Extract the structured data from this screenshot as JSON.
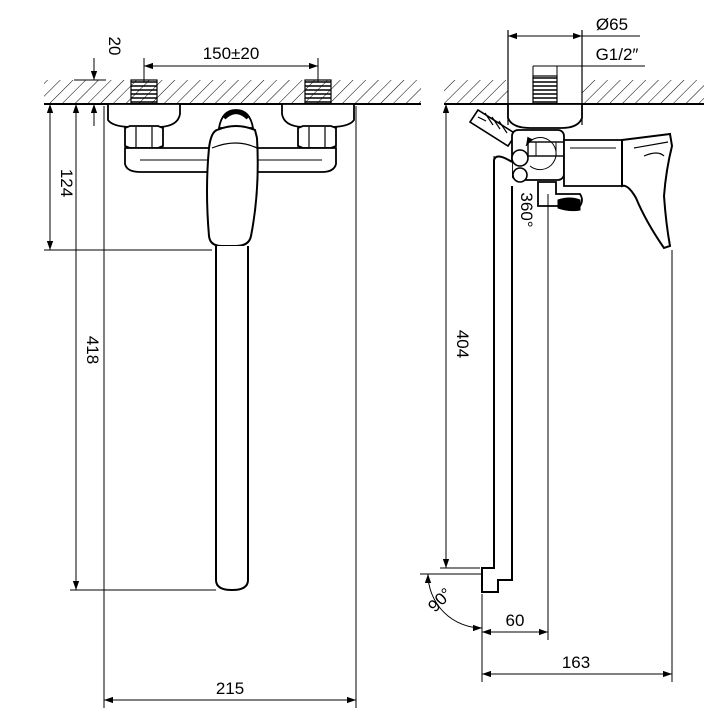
{
  "drawing": {
    "front_view": {
      "dim_wall_thickness": "20",
      "dim_center_distance": "150±20",
      "dim_handle_height": "124",
      "dim_total_height": "418",
      "dim_total_width": "215"
    },
    "side_view": {
      "dim_diameter": "Ø65",
      "dim_thread": "G1/2″",
      "dim_rotation": "360°",
      "dim_spout_height": "404",
      "dim_spout_angle": "90°",
      "dim_outlet_depth": "60",
      "dim_total_depth": "163"
    }
  }
}
